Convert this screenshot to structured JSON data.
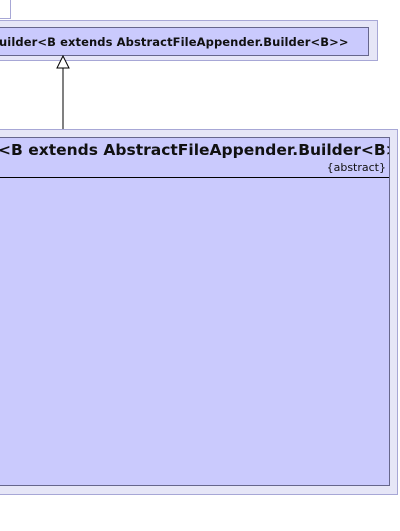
{
  "diagram": {
    "type": "uml-class-diagram",
    "relationship": "generalization",
    "parent_class": {
      "title": "uilder<B extends AbstractFileAppender.Builder<B>>"
    },
    "child_class": {
      "title": "<B extends AbstractFileAppender.Builder<B>>",
      "stereotype": "{abstract}",
      "attributes": [],
      "operations": []
    },
    "colors": {
      "class_fill": "#cacafd",
      "frame_fill": "#e6e6f7",
      "frame_border": "#a7a7d6",
      "class_border": "#66668c",
      "line": "#000000"
    }
  }
}
